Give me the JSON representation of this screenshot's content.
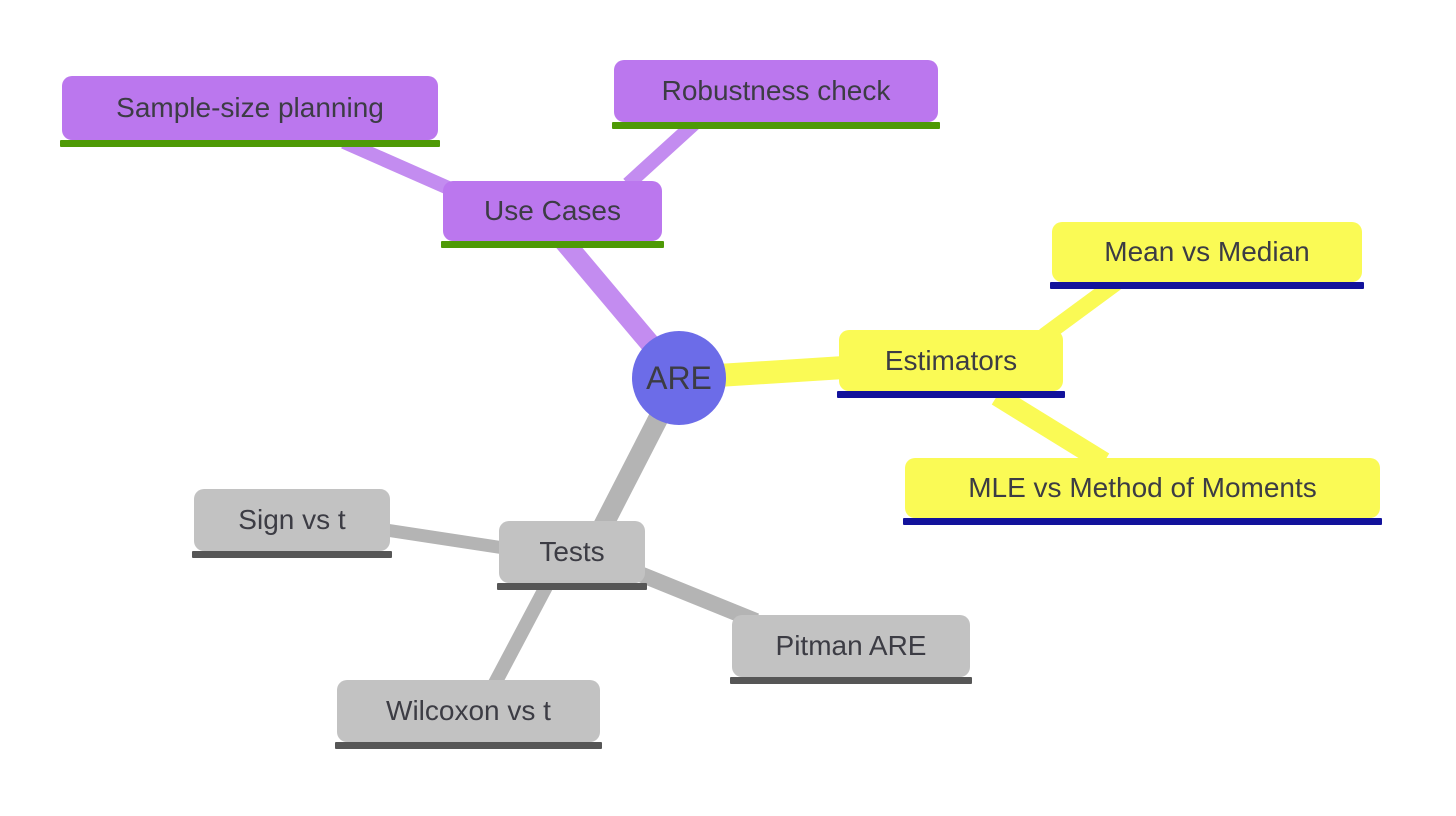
{
  "canvas": {
    "background": "#ffffff",
    "text_color": "#3c3c44"
  },
  "mindmap": {
    "root": {
      "label": "ARE",
      "fill": "#6c6ce8"
    },
    "branches": [
      {
        "label": "Use Cases",
        "fill": "#bb77ee",
        "underline": "#4e9a06",
        "connector": "#c38cf0",
        "children": [
          {
            "label": "Sample-size planning"
          },
          {
            "label": "Robustness check"
          }
        ]
      },
      {
        "label": "Estimators",
        "fill": "#fafa55",
        "underline": "#12129b",
        "connector": "#fafa55",
        "children": [
          {
            "label": "Mean vs Median"
          },
          {
            "label": "MLE vs Method of Moments"
          }
        ]
      },
      {
        "label": "Tests",
        "fill": "#c2c2c2",
        "underline": "#565656",
        "connector": "#b4b4b4",
        "children": [
          {
            "label": "Sign vs t"
          },
          {
            "label": "Wilcoxon vs t"
          },
          {
            "label": "Pitman ARE"
          }
        ]
      }
    ]
  }
}
